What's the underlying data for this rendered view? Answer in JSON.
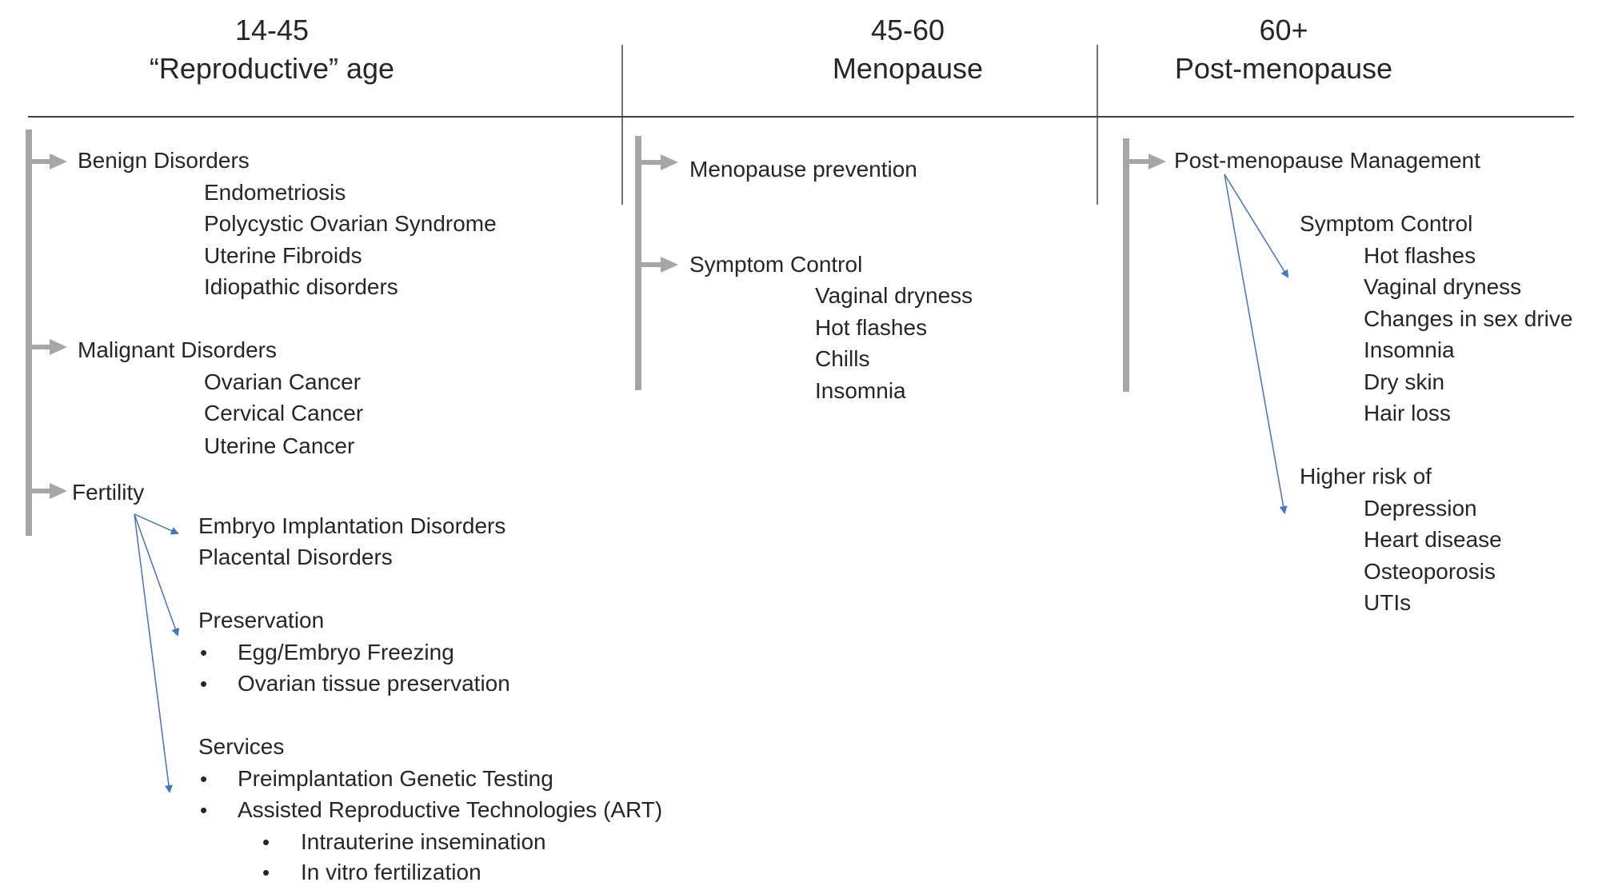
{
  "columns": [
    {
      "range": "14-45",
      "label": "“Reproductive” age"
    },
    {
      "range": "45-60",
      "label": "Menopause"
    },
    {
      "range": "60+",
      "label": "Post-menopause"
    }
  ],
  "reproductive": {
    "benign": {
      "title": "Benign Disorders",
      "items": [
        "Endometriosis",
        "Polycystic Ovarian Syndrome",
        "Uterine Fibroids",
        "Idiopathic disorders"
      ]
    },
    "malignant": {
      "title": "Malignant Disorders",
      "items": [
        "Ovarian Cancer",
        "Cervical Cancer",
        "Uterine Cancer"
      ]
    },
    "fertility": {
      "title": "Fertility",
      "implantation": [
        "Embryo Implantation Disorders",
        "Placental Disorders"
      ],
      "preservation": {
        "title": "Preservation",
        "items": [
          "Egg/Embryo Freezing",
          "Ovarian tissue preservation"
        ]
      },
      "services": {
        "title": "Services",
        "items": [
          "Preimplantation Genetic Testing",
          "Assisted Reproductive Technologies (ART)"
        ],
        "art_items": [
          "Intrauterine insemination",
          "In vitro fertilization"
        ]
      }
    }
  },
  "menopause": {
    "prevention": "Menopause prevention",
    "symptom": {
      "title": "Symptom Control",
      "items": [
        "Vaginal dryness",
        "Hot flashes",
        "Chills",
        "Insomnia"
      ]
    }
  },
  "post": {
    "title": "Post-menopause Management",
    "symptom": {
      "title": "Symptom Control",
      "items": [
        "Hot flashes",
        "Vaginal dryness",
        "Changes in sex drive",
        "Insomnia",
        "Dry skin",
        "Hair loss"
      ]
    },
    "risk": {
      "title": "Higher risk of",
      "items": [
        "Depression",
        "Heart disease",
        "Osteoporosis",
        "UTIs"
      ]
    }
  },
  "colors": {
    "bracket": "#a6a6a6",
    "arrow": "#4472c4",
    "rule": "#404040",
    "text": "#262626"
  }
}
